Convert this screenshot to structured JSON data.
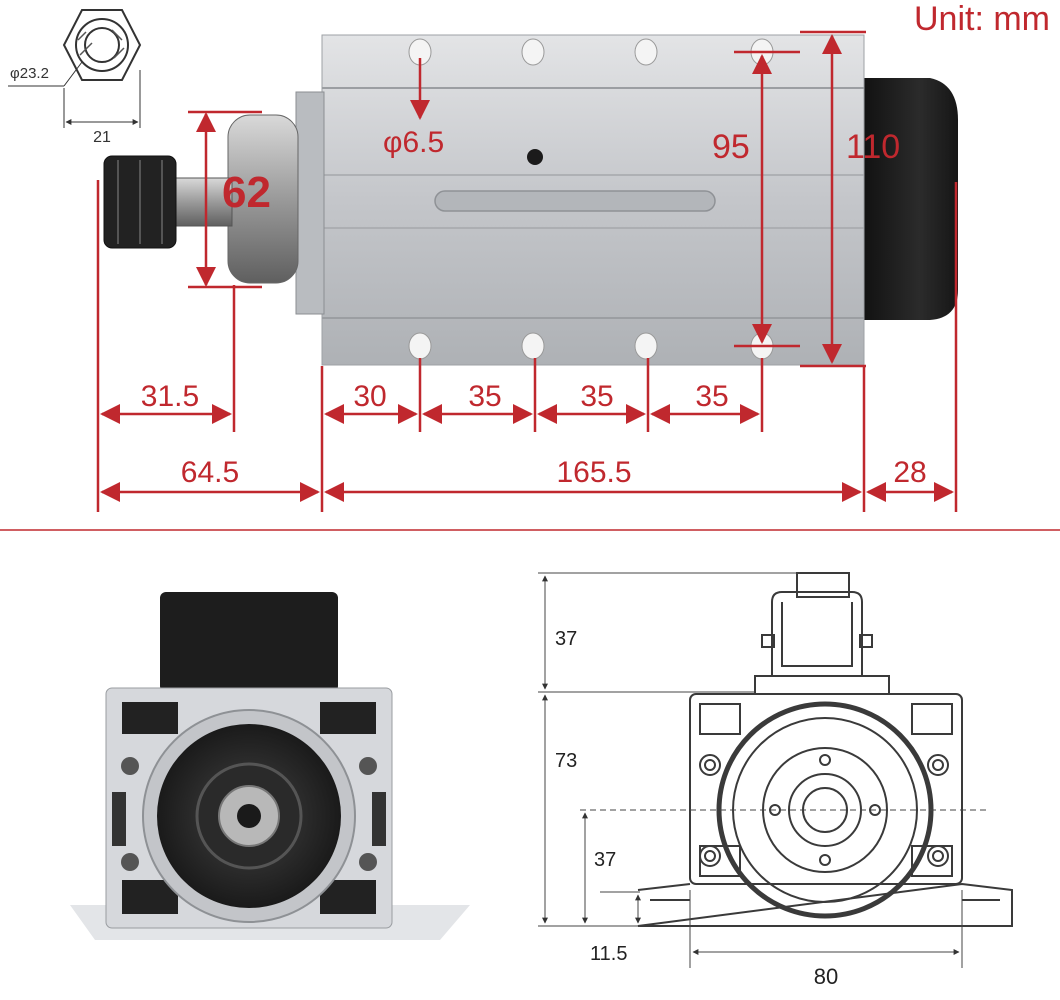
{
  "unit_label": "Unit: mm",
  "colors": {
    "dimension_red": "#c0282e",
    "body_silver": "#c9cbce",
    "cap_black": "#1f1f1f",
    "drawing_line": "#3a3a3a"
  },
  "nut_detail": {
    "diameter_label": "φ23.2",
    "width_label": "21"
  },
  "side_view": {
    "hole_diameter_label": "φ6.5",
    "flange_diameter_label": "62",
    "hole_spacing_height_label": "95",
    "body_height_label": "110",
    "dims_row1": [
      "31.5",
      "30",
      "35",
      "35",
      "35"
    ],
    "dims_row2": [
      "64.5",
      "165.5",
      "28"
    ]
  },
  "front_drawing": {
    "cap_height_label": "37",
    "body_height_label": "73",
    "axis_height_label": "37",
    "base_height_label": "11.5",
    "width_label": "80"
  },
  "icons": [
    "hex-nut-icon",
    "arrow-down-icon",
    "collet-nut-icon"
  ]
}
